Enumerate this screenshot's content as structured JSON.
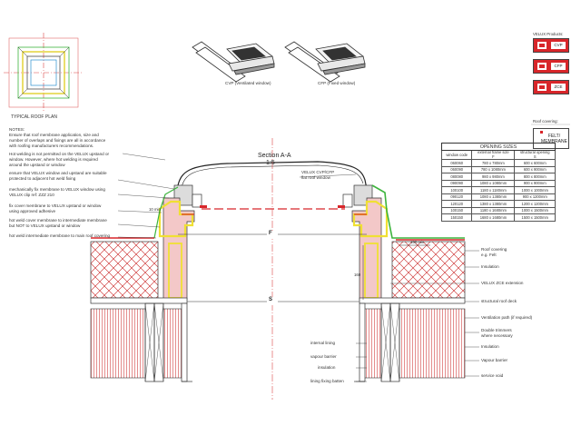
{
  "plan": {
    "caption": "TYPICAL ROOF PLAN"
  },
  "windows": {
    "cvp_caption": "CVP (Ventilated window)",
    "cfp_caption": "CFP (Fixed window)"
  },
  "products": {
    "heading": "VELUX Products:",
    "items": [
      "CVP",
      "CFP",
      "ZCE"
    ],
    "covering_heading": "Roof covering:",
    "covering_lines": [
      "FELT/",
      "MEMBRANE"
    ]
  },
  "notes": {
    "heading": "NOTES:",
    "paragraphs": [
      "Ensure that roof membrane application, size and\nnumber of overlaps and fixings are all in accordance\nwith roofing manufacturers recommendations.",
      "Hot welding is not permitted on the VELUX upstand or\nwindow. However, where hot welding is required\naround the upstand or window",
      "ensure that VELUX window and upstand are suitable\nprotected to adjacent hot weld fixing",
      "mechanically fix membrane to VELUX window using\nVELUX clip ref: ZZZ 210",
      "fix cover membrane to VELUX upstand or window\nusing approved adhesive",
      "hot weld cover membrane to intermediate membrane\nbut NOT to VELUX upstand or window",
      "hot weld intermediate membrane to main roof covering"
    ]
  },
  "section": {
    "title": "Section A-A",
    "scale": "1:5",
    "window_label": "VELUX CVP/CFP\nflat roof window",
    "marker_f": "F",
    "marker_s": "S",
    "dims": [
      "10 min",
      "150 min",
      "160"
    ]
  },
  "labels_left": [
    "internal lining",
    "vapour barrier",
    "insulation",
    "lining fixing batten"
  ],
  "labels_right": [
    "Roof covering\ne.g. Felt",
    "Insulation",
    "VELUX ZCE extension",
    "structural roof deck",
    "Ventilation path (if required)",
    "Double trimmers\nwhere necessary",
    "Insulation",
    "Vapour barrier",
    "service void"
  ],
  "opening_sizes": {
    "title": "OPENING SIZES",
    "headers": [
      "window code",
      "external frame size\nF",
      "structural opening\nS"
    ],
    "rows": [
      [
        "060060",
        "780 x 780mm",
        "600 x 600mm"
      ],
      [
        "060090",
        "780 x 1080mm",
        "600 x 900mm"
      ],
      [
        "080080",
        "980 x 980mm",
        "800 x 800mm"
      ],
      [
        "090090",
        "1080 x 1080mm",
        "900 x 900mm"
      ],
      [
        "100100",
        "1180 x 1180mm",
        "1000 x 1000mm"
      ],
      [
        "090120",
        "1080 x 1380mm",
        "900 x 1200mm"
      ],
      [
        "120120",
        "1380 x 1380mm",
        "1200 x 1200mm"
      ],
      [
        "100150",
        "1180 x 1680mm",
        "1000 x 1500mm"
      ],
      [
        "150150",
        "1680 x 1680mm",
        "1500 x 1500mm"
      ]
    ]
  },
  "colors": {
    "membrane_red": "#d8262a",
    "zce_pink": "#f3c8c8",
    "upstand_yellow": "#f0e033",
    "cover_green": "#3db43d",
    "insulation_hatch": "#c81e1e"
  }
}
